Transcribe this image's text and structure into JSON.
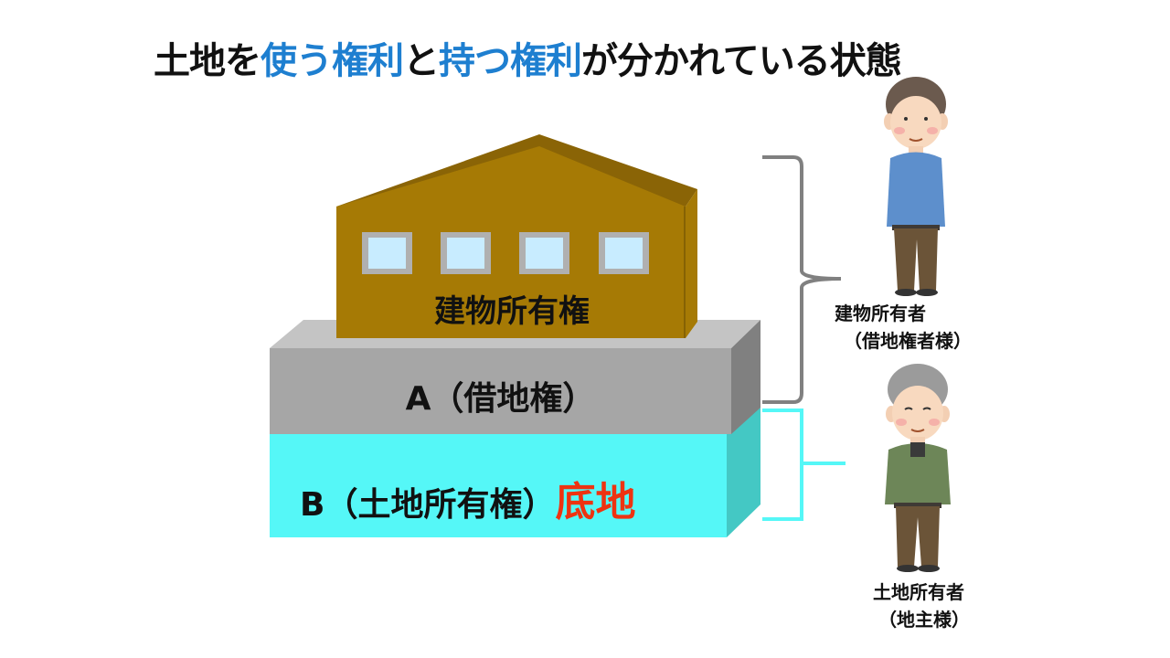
{
  "title": {
    "part1": "土地を",
    "highlight1": "使う権利",
    "part2": "と",
    "highlight2": "持つ権利",
    "part3": "が分かれている状態"
  },
  "building": {
    "label": "建物所有権"
  },
  "layer_a": {
    "label": "A（借地権）"
  },
  "layer_b": {
    "label": "B（土地所有権）",
    "emphasis": "底地"
  },
  "owners": {
    "building_owner": {
      "line1": "建物所有者",
      "line2": "（借地権者様）"
    },
    "land_owner": {
      "line1": "土地所有者",
      "line2": "（地主様）"
    }
  },
  "colors": {
    "title_highlight": "#1e7fd0",
    "building": "#a67a05",
    "layer_a": "#a6a6a6",
    "layer_b": "#55f7f7",
    "emphasis": "#ee3311",
    "bracket_a": "#808080",
    "bracket_b": "#55f7f7"
  }
}
